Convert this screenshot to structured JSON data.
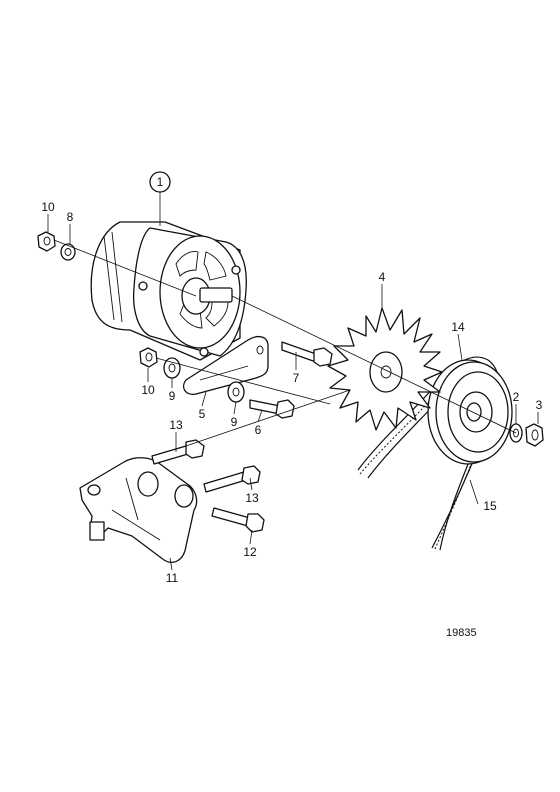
{
  "figure_number": "19835",
  "callouts": [
    {
      "id": "c1",
      "label": "1",
      "part": "alternator",
      "circled": true
    },
    {
      "id": "c10a",
      "label": "10",
      "part": "nut-top"
    },
    {
      "id": "c8",
      "label": "8",
      "part": "washer-top"
    },
    {
      "id": "c4",
      "label": "4",
      "part": "fan"
    },
    {
      "id": "c14",
      "label": "14",
      "part": "pulley"
    },
    {
      "id": "c2",
      "label": "2",
      "part": "washer-pulley"
    },
    {
      "id": "c3",
      "label": "3",
      "part": "nut-pulley"
    },
    {
      "id": "c7",
      "label": "7",
      "part": "bolt-upper"
    },
    {
      "id": "c10b",
      "label": "10",
      "part": "nut-lower"
    },
    {
      "id": "c9a",
      "label": "9",
      "part": "washer-lower-left"
    },
    {
      "id": "c5",
      "label": "5",
      "part": "tension-bracket"
    },
    {
      "id": "c9b",
      "label": "9",
      "part": "washer-lower-right"
    },
    {
      "id": "c6",
      "label": "6",
      "part": "bolt-bracket"
    },
    {
      "id": "c13a",
      "label": "13",
      "part": "bolt-mount-top"
    },
    {
      "id": "c13b",
      "label": "13",
      "part": "bolt-mount-right"
    },
    {
      "id": "c15",
      "label": "15",
      "part": "v-belt"
    },
    {
      "id": "c12",
      "label": "12",
      "part": "bolt-mount-lower"
    },
    {
      "id": "c11",
      "label": "11",
      "part": "mounting-bracket"
    }
  ]
}
